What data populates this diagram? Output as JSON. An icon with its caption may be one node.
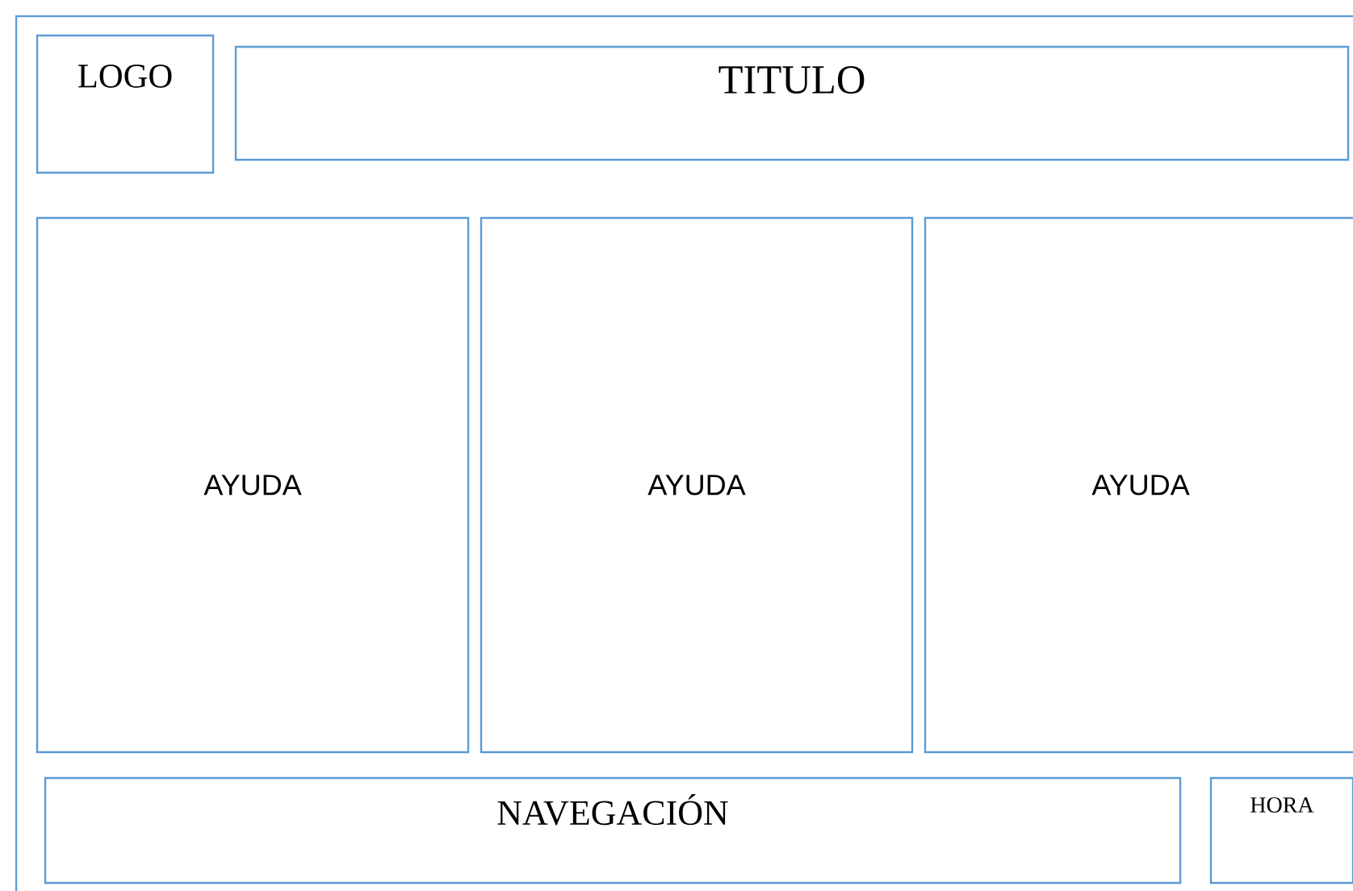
{
  "diagram": {
    "nodes": [
      {
        "text": [
          "LOGO"
        ]
      },
      {
        "text": [
          "TITULO"
        ]
      },
      {
        "text": [
          "AYUDA"
        ]
      },
      {
        "text": [
          "AYUDA"
        ]
      },
      {
        "text": [
          "AYUDA"
        ]
      },
      {
        "text": [
          "NAVEGACIÓN"
        ]
      },
      {
        "text": [
          "HORA"
        ]
      }
    ]
  }
}
